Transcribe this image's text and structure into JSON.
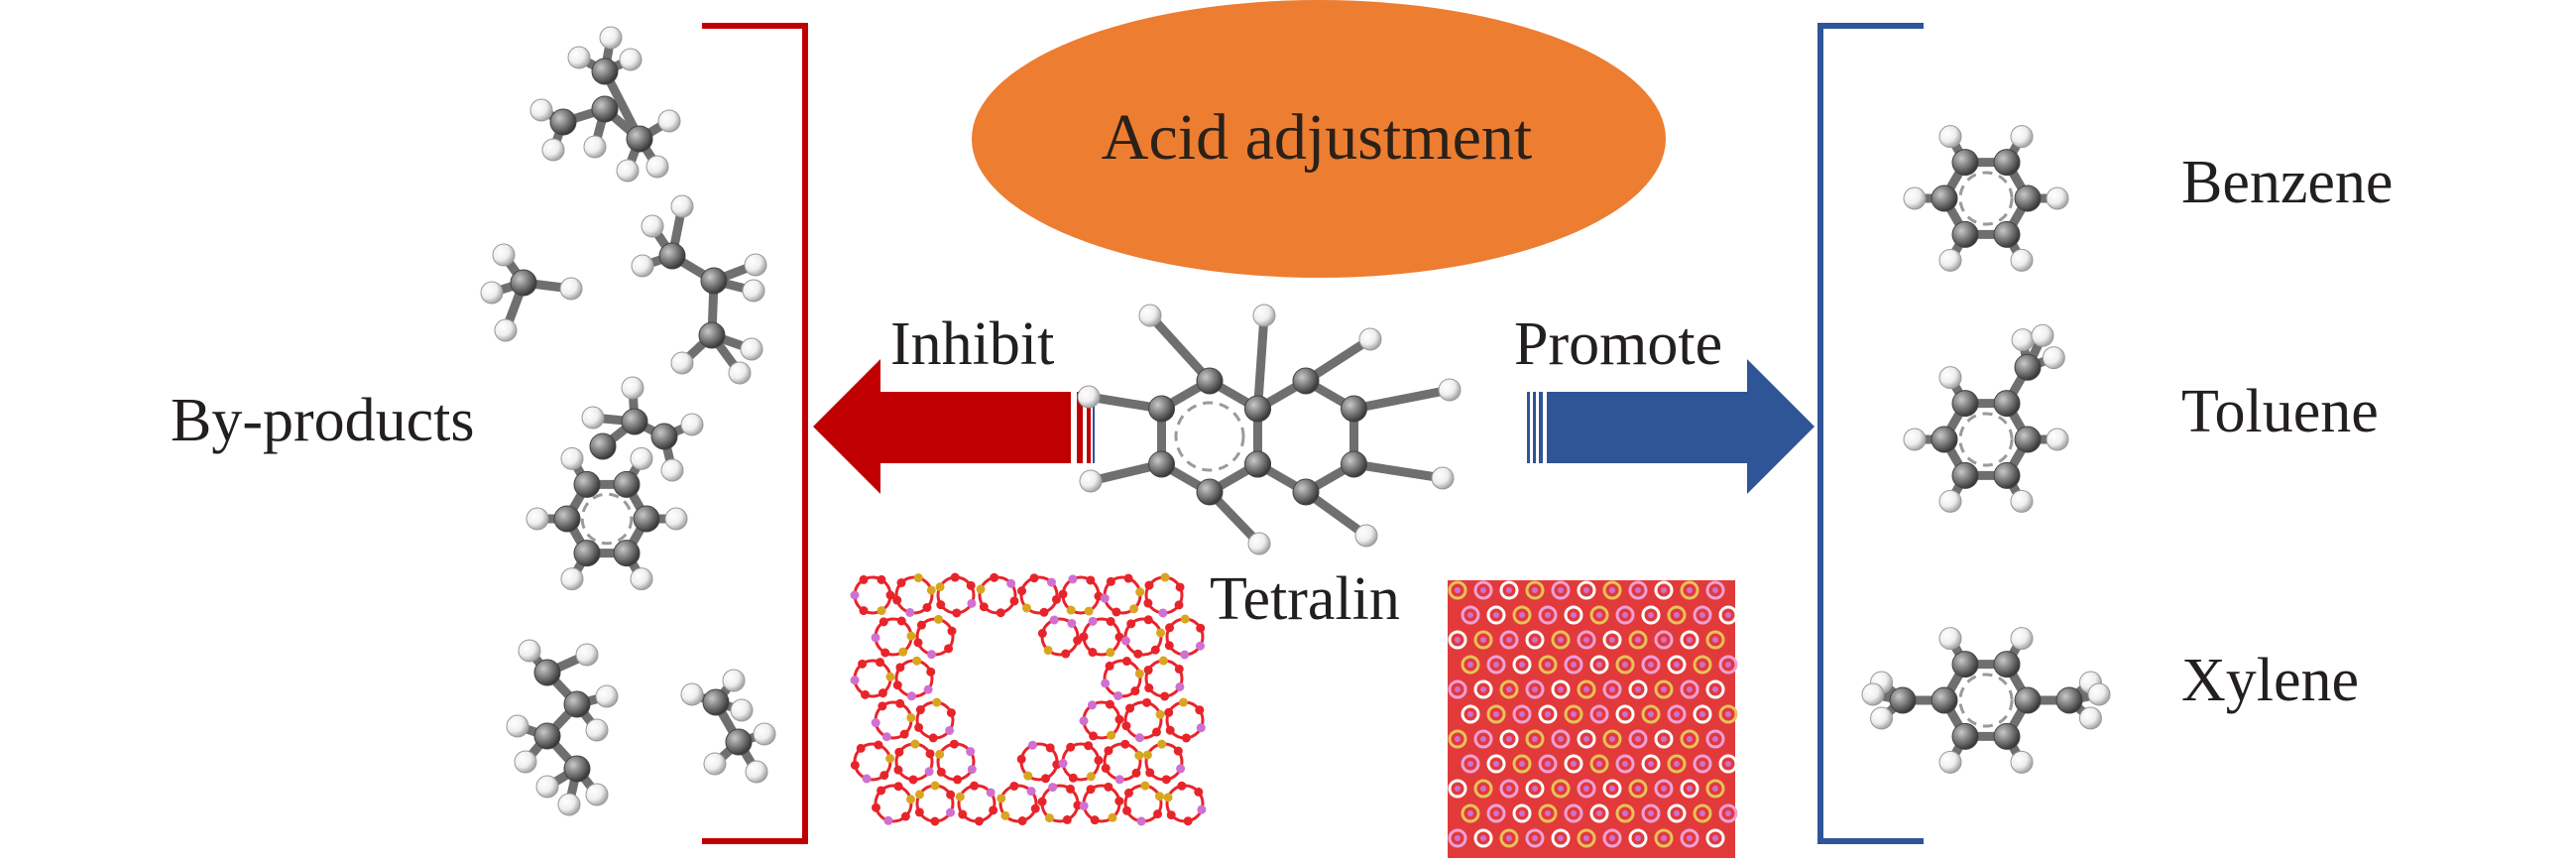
{
  "title": "Acid adjustment",
  "left_group_label": "By-products",
  "inhibit_label": "Inhibit",
  "promote_label": "Promote",
  "center_molecule_label": "Tetralin",
  "products": [
    "Benzene",
    "Toluene",
    "Xylene"
  ],
  "colors": {
    "ellipse": "#ed7d31",
    "inhibit_arrow": "#c00000",
    "promote_arrow": "#2f5597",
    "left_bracket": "#c00000",
    "right_bracket": "#2f5597",
    "carbon_atom": "#7f7f7f",
    "hydrogen_atom": "#f2f2f2",
    "zeolite_oxygen": "#e8242b",
    "zeolite_silicon": "#d9a520",
    "zeolite_aluminum": "#d070d0"
  },
  "icons": {
    "center_molecule": "tetralin-molecule-icon",
    "left_zeolite": "zeolite-framework-open-icon",
    "right_zeolite": "zeolite-framework-dense-icon"
  }
}
